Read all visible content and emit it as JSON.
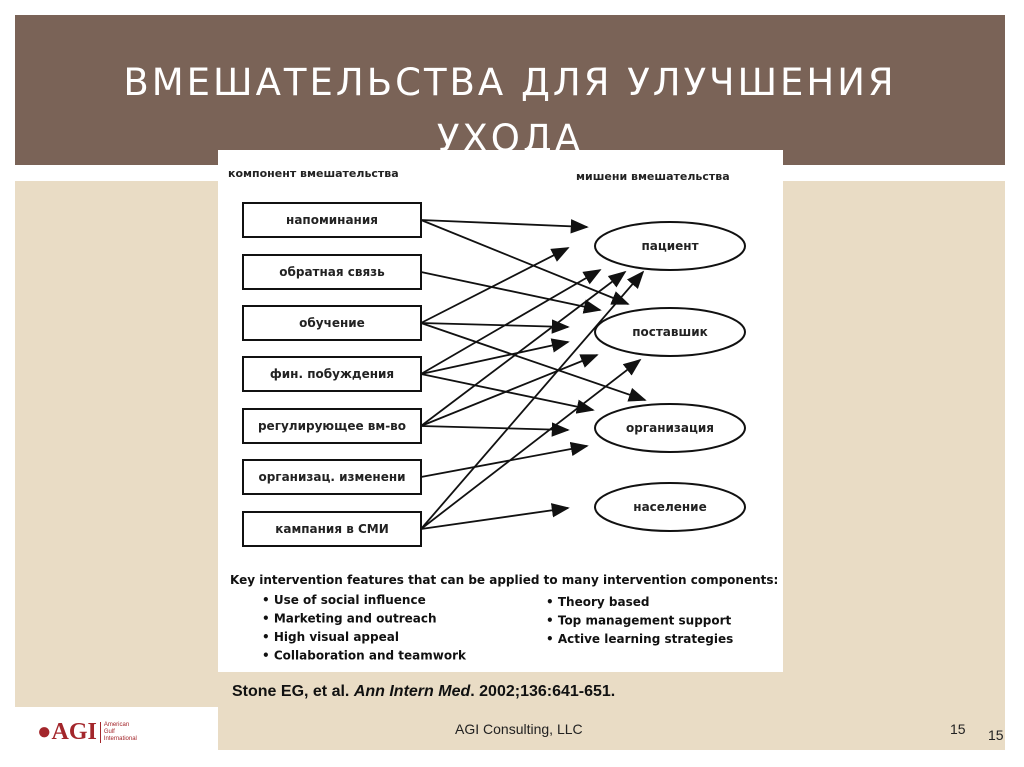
{
  "slide": {
    "title_line1": "ВМЕШАТЕЛЬСТВА ДЛЯ УЛУЧШЕНИЯ",
    "title_line2": "УХОДА",
    "citation": {
      "authors": "Stone EG, et al. ",
      "journal": "Ann Intern Med",
      "rest": ". 2002;136:641-651."
    },
    "footer": "AGI Consulting, LLC",
    "page_number": "15",
    "page_number_alt": "15",
    "logo": {
      "text": "AGI",
      "subtext": "American Gulf International"
    },
    "colors": {
      "header": "#7a6357",
      "band": "#e9dcc5",
      "logo": "#a3262b"
    }
  },
  "diagram": {
    "left_heading": "компонент вмешательства",
    "right_heading": "мишени вмешательства",
    "components": [
      "напоминания",
      "обратная связь",
      "обучение",
      "фин. побуждения",
      "регулирующее вм-во",
      "организац. изменени",
      "кампания в СМИ"
    ],
    "targets": [
      "пациент",
      "поставшик",
      "организация",
      "население"
    ],
    "edges": [
      [
        0,
        0
      ],
      [
        0,
        1
      ],
      [
        1,
        1
      ],
      [
        2,
        0
      ],
      [
        2,
        1
      ],
      [
        2,
        2
      ],
      [
        3,
        0
      ],
      [
        3,
        1
      ],
      [
        3,
        2
      ],
      [
        4,
        0
      ],
      [
        4,
        1
      ],
      [
        4,
        2
      ],
      [
        5,
        2
      ],
      [
        6,
        0
      ],
      [
        6,
        1
      ],
      [
        6,
        3
      ]
    ],
    "features_heading": "Key intervention features that can be applied to many intervention components:",
    "features_left": [
      "Use of social influence",
      "Marketing and outreach",
      "High visual appeal",
      "Collaboration and teamwork"
    ],
    "features_right": [
      "Theory based",
      "Top management support",
      "Active learning strategies"
    ]
  }
}
